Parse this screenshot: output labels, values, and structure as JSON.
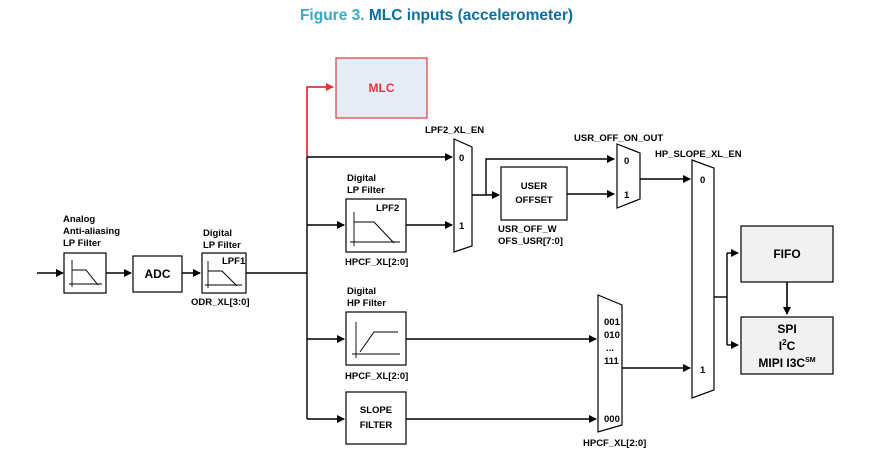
{
  "title": {
    "number": "Figure 3.",
    "text": "MLC inputs (accelerometer)",
    "number_color": "#3aa8c9",
    "text_color": "#0b6fa0"
  },
  "colors": {
    "mlc_fill": "#e5ecf5",
    "mlc_border": "#e0383a",
    "mlc_text": "#e0383a",
    "box_fill_gray": "#f1f1f1",
    "line": "#000000"
  },
  "blocks": {
    "analog_filter": [
      "Analog",
      "Anti-aliasing",
      "LP Filter"
    ],
    "adc": "ADC",
    "digital_lpf1_caption": [
      "Digital",
      "LP Filter"
    ],
    "lpf1": "LPF1",
    "odr": "ODR_XL[3:0]",
    "mlc": "MLC",
    "digital_lpf2_caption": [
      "Digital",
      "LP Filter"
    ],
    "lpf2": "LPF2",
    "hpcf1": "HPCF_XL[2:0]",
    "digital_hp_caption": [
      "Digital",
      "HP Filter"
    ],
    "hpcf2": "HPCF_XL[2:0]",
    "slope": [
      "SLOPE",
      "FILTER"
    ],
    "user_offset": [
      "USER",
      "OFFSET"
    ],
    "usr_off_w": "USR_OFF_W",
    "ofs_usr": "OFS_USR[7:0]",
    "fifo": "FIFO",
    "spi": "SPI",
    "i2c_main": "I",
    "i2c_sup": "2",
    "i2c_end": "C",
    "mipi_main": "MIPI I3C",
    "mipi_sup": "SM"
  },
  "muxes": {
    "lpf2_en": {
      "label": "LPF2_XL_EN",
      "in0": "0",
      "in1": "1"
    },
    "usr_off_on_out": {
      "label": "USR_OFF_ON_OUT",
      "in0": "0",
      "in1": "1"
    },
    "hp_slope": {
      "label": "HP_SLOPE_XL_EN",
      "in0": "0",
      "in1": "1"
    },
    "hpcf_mux": {
      "label": "HPCF_XL[2:0]",
      "inputs": [
        "001",
        "010",
        "...",
        "111",
        "000"
      ]
    }
  }
}
